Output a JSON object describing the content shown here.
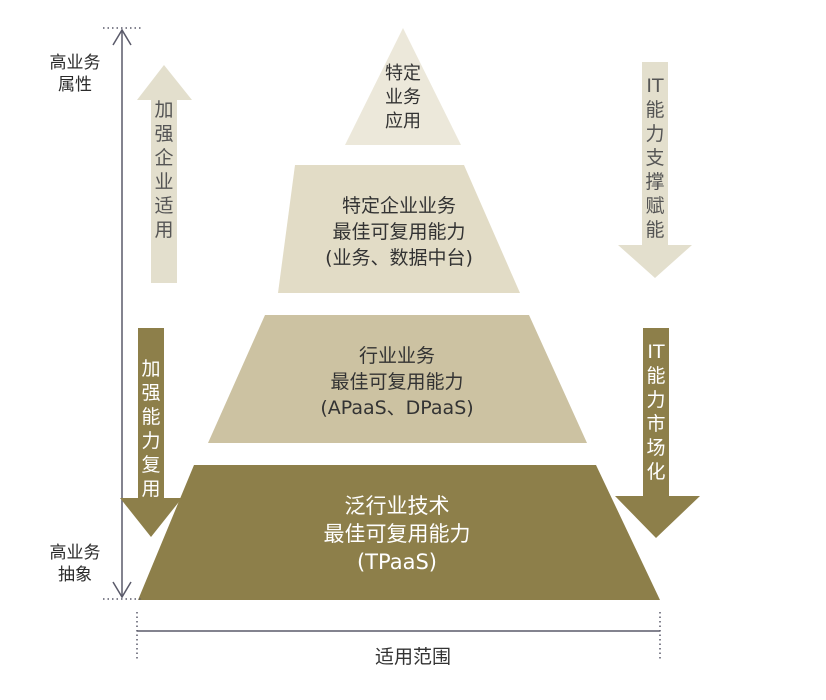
{
  "colors": {
    "tier1": "#ECE8DA",
    "tier2": "#E2DCC6",
    "tier3": "#CCC2A2",
    "tier4": "#8D7F4A",
    "arrow_light": "#E3DFCD",
    "arrow_dark": "#8D7F4A",
    "axis": "#5A5A6A"
  },
  "tiers": [
    {
      "lines": [
        "特定",
        "业务",
        "应用"
      ]
    },
    {
      "lines": [
        "特定企业业务",
        "最佳可复用能力",
        "(业务、数据中台)"
      ]
    },
    {
      "lines": [
        "行业业务",
        "最佳可复用能力",
        "(APaaS、DPaaS)"
      ]
    },
    {
      "lines": [
        "泛行业技术",
        "最佳可复用能力",
        "(TPaaS)"
      ]
    }
  ],
  "axis": {
    "top_label": [
      "高业务",
      "属性"
    ],
    "bottom_label": [
      "高业务",
      "抽象"
    ]
  },
  "left_arrows": {
    "up": "加强企业适用",
    "down": "加强能力复用"
  },
  "right_arrows": {
    "upper": "IT能力支撑赋能",
    "lower": "IT能力市场化"
  },
  "scope_label": "适用范围"
}
